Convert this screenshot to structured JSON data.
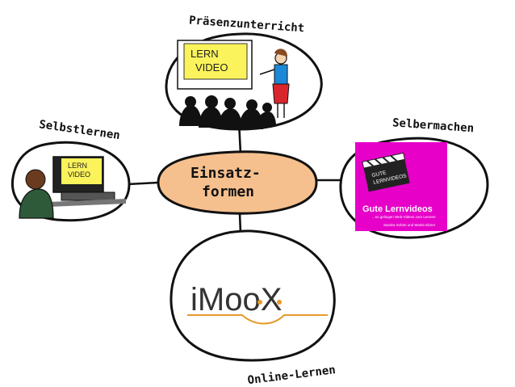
{
  "center": {
    "line1": "Einsatz-",
    "line2": "formen"
  },
  "nodes": {
    "top": {
      "label": "Präsenzunterricht",
      "screen_line1": "LERN",
      "screen_line2": "VIDEO"
    },
    "left": {
      "label": "Selbstlernen",
      "screen_line1": "LERN",
      "screen_line2": "VIDEO"
    },
    "right": {
      "label": "Selbermachen",
      "book_title": "Gute Lernvideos",
      "book_subtitle": "...so gelingen Web-Videos zum Lernen!",
      "book_authors": "Sandra Schön und Martin Ebner",
      "cover_slate_line1": "GUTE",
      "cover_slate_line2": "LERNVIDEOS"
    },
    "bottom": {
      "label": "Online-Lernen",
      "logo_text": "iMooX"
    }
  },
  "colors": {
    "center_fill": "#f6c08e",
    "book_magenta": "#e600c8",
    "note_yellow": "#fbf35b",
    "logo_orange": "#e89a2c",
    "shirt_blue": "#1e88d8",
    "skirt_red": "#d9262c",
    "sweater_green": "#2e5a3a"
  }
}
